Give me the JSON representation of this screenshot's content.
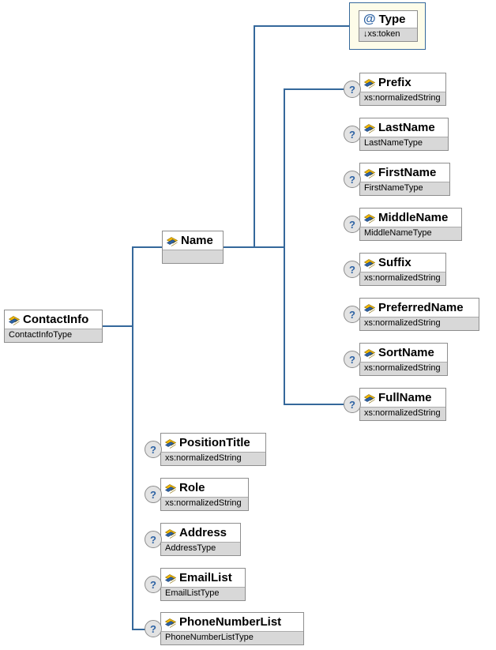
{
  "symbols": {
    "optional": "?",
    "attribute": "@"
  },
  "colors": {
    "connector": "#35689b",
    "box_border": "#8e8e8e",
    "subtitle_bg": "#d8d8d8",
    "attribute_frame_bg": "#fdfce9",
    "attribute_frame_border": "#35689b",
    "icon_blue": "#2e63a4",
    "icon_yellow": "#f2b600",
    "optional_circle_bg": "#e3e3e3"
  },
  "nodes": [
    {
      "id": "contactinfo",
      "title": "ContactInfo",
      "subtitle": "ContactInfoType",
      "kind": "element",
      "optional": false
    },
    {
      "id": "name",
      "title": "Name",
      "subtitle": "",
      "kind": "element",
      "optional": false
    },
    {
      "id": "type",
      "title": "Type",
      "subtitle": "↓xs:token",
      "kind": "attribute",
      "optional": false
    },
    {
      "id": "prefix",
      "title": "Prefix",
      "subtitle": "xs:normalizedString",
      "kind": "element",
      "optional": true
    },
    {
      "id": "lastname",
      "title": "LastName",
      "subtitle": "LastNameType",
      "kind": "element",
      "optional": true
    },
    {
      "id": "firstname",
      "title": "FirstName",
      "subtitle": "FirstNameType",
      "kind": "element",
      "optional": true
    },
    {
      "id": "middlename",
      "title": "MiddleName",
      "subtitle": "MiddleNameType",
      "kind": "element",
      "optional": true
    },
    {
      "id": "suffix",
      "title": "Suffix",
      "subtitle": "xs:normalizedString",
      "kind": "element",
      "optional": true
    },
    {
      "id": "preferredname",
      "title": "PreferredName",
      "subtitle": "xs:normalizedString",
      "kind": "element",
      "optional": true
    },
    {
      "id": "sortname",
      "title": "SortName",
      "subtitle": "xs:normalizedString",
      "kind": "element",
      "optional": true
    },
    {
      "id": "fullname",
      "title": "FullName",
      "subtitle": "xs:normalizedString",
      "kind": "element",
      "optional": true
    },
    {
      "id": "positiontitle",
      "title": "PositionTitle",
      "subtitle": "xs:normalizedString",
      "kind": "element",
      "optional": true
    },
    {
      "id": "role",
      "title": "Role",
      "subtitle": "xs:normalizedString",
      "kind": "element",
      "optional": true
    },
    {
      "id": "address",
      "title": "Address",
      "subtitle": "AddressType",
      "kind": "element",
      "optional": true
    },
    {
      "id": "emaillist",
      "title": "EmailList",
      "subtitle": "EmailListType",
      "kind": "element",
      "optional": true
    },
    {
      "id": "phonenumberlist",
      "title": "PhoneNumberList",
      "subtitle": "PhoneNumberListType",
      "kind": "element",
      "optional": true
    }
  ]
}
